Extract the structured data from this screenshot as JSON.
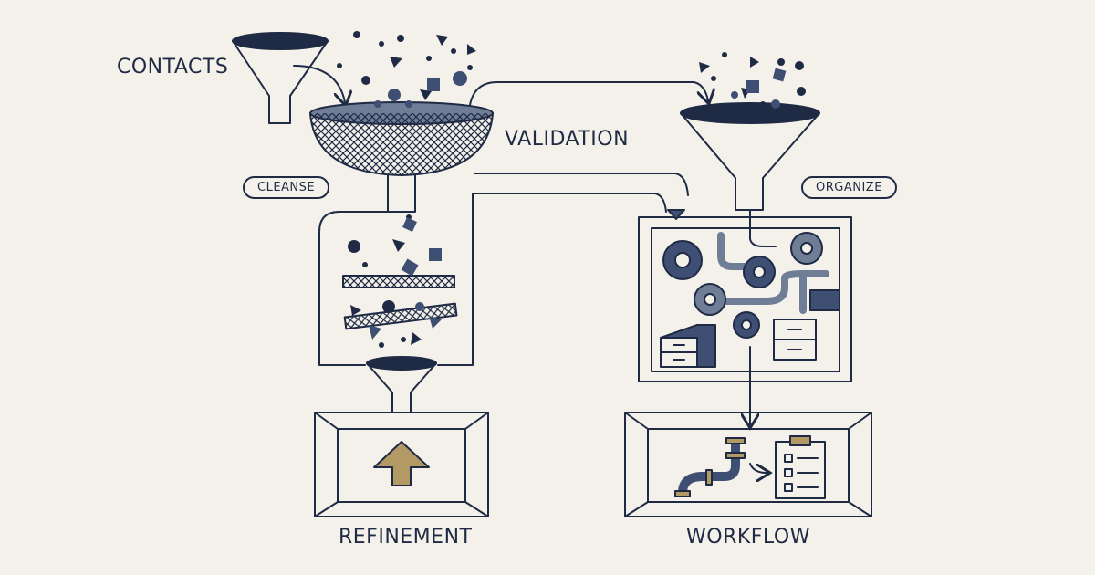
{
  "labels": {
    "contacts": "CONTACTS",
    "validation": "VALIDATION",
    "cleanse": "CLEANSE",
    "organize": "ORGANIZE",
    "refinement": "REFINEMENT",
    "workflow": "WORKFLOW"
  },
  "icons": [
    "funnel-icon",
    "sieve-icon",
    "filter-screen-icon",
    "up-arrow-icon",
    "gear-icon",
    "filing-cabinet-icon",
    "pipe-icon",
    "clipboard-checklist-icon"
  ],
  "colors": {
    "ink": "#1f2a44",
    "slate": "#3e4f73",
    "steel": "#6f7d96",
    "gold": "#b39a64",
    "paper": "#f4f1ea"
  }
}
